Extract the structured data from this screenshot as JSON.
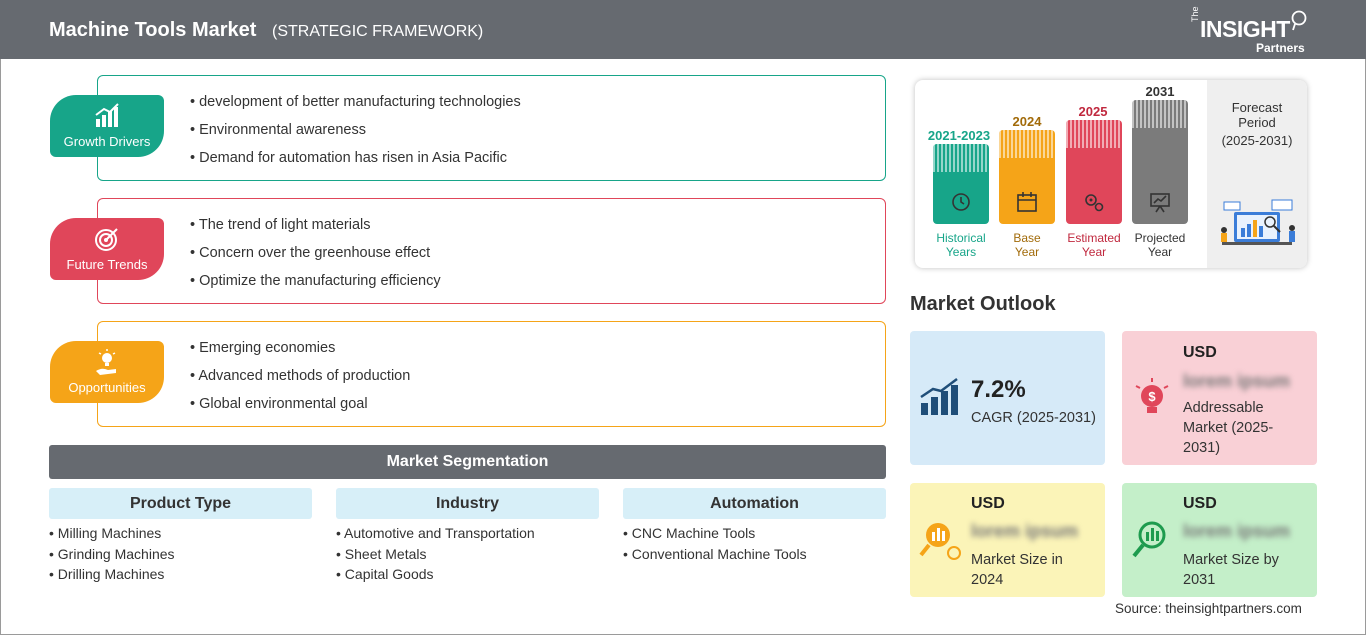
{
  "header": {
    "title": "Machine Tools Market",
    "subtitle": "(STRATEGIC FRAMEWORK)",
    "logo": {
      "the": "The",
      "main": "INSIGHT",
      "partners": "Partners"
    }
  },
  "factors": [
    {
      "label": "Growth Drivers",
      "color": "#17a589",
      "icon": "growth-chart-icon",
      "items": [
        "development of better manufacturing technologies",
        "Environmental awareness",
        "Demand for automation has risen in Asia Pacific"
      ]
    },
    {
      "label": "Future Trends",
      "color": "#e0465a",
      "icon": "target-icon",
      "items": [
        "The trend of light materials",
        "Concern over the greenhouse effect",
        "Optimize the manufacturing efficiency"
      ]
    },
    {
      "label": "Opportunities",
      "color": "#f5a418",
      "icon": "lightbulb-hand-icon",
      "items": [
        "Emerging economies",
        "Advanced methods of production",
        "Global environmental goal"
      ]
    }
  ],
  "segmentation": {
    "title": "Market Segmentation",
    "columns": [
      {
        "header": "Product Type",
        "items": [
          "Milling Machines",
          "Grinding Machines",
          "Drilling Machines"
        ]
      },
      {
        "header": "Industry",
        "items": [
          "Automotive and Transportation",
          "Sheet Metals",
          "Capital Goods"
        ]
      },
      {
        "header": "Automation",
        "items": [
          "CNC Machine Tools",
          "Conventional Machine Tools"
        ]
      }
    ]
  },
  "timeline": {
    "periods": [
      {
        "year": "2021-2023",
        "caption": "Historical Years",
        "cap1": "Historical",
        "cap2": "Years",
        "color": "#17a589",
        "icon": "history-icon"
      },
      {
        "year": "2024",
        "caption": "Base Year",
        "cap1": "Base",
        "cap2": "Year",
        "color": "#f5a418",
        "icon": "calendar-icon"
      },
      {
        "year": "2025",
        "caption": "Estimated Year",
        "cap1": "Estimated",
        "cap2": "Year",
        "color": "#e0465a",
        "icon": "gears-icon"
      },
      {
        "year": "2031",
        "caption": "Projected Year",
        "cap1": "Projected",
        "cap2": "Year",
        "color": "#7b7b7b",
        "icon": "presentation-icon"
      }
    ],
    "forecast_title_1": "Forecast",
    "forecast_title_2": "Period",
    "forecast_period": "(2025-2031)"
  },
  "outlook": {
    "title": "Market Outlook",
    "cagr": {
      "value": "7.2%",
      "label": "CAGR (2025-2031)",
      "color": "#d6eaf8"
    },
    "addressable": {
      "currency": "USD",
      "value": "lorem ipsum",
      "label": "Addressable Market (2025-2031)",
      "color": "#f9d0d6"
    },
    "size_2024": {
      "currency": "USD",
      "value": "lorem ipsum",
      "label": "Market Size in 2024",
      "color": "#fbf4b8"
    },
    "size_2031": {
      "currency": "USD",
      "value": "lorem ipsum",
      "label": "Market Size by 2031",
      "color": "#c4efc9"
    }
  },
  "source": "Source: theinsightpartners.com"
}
